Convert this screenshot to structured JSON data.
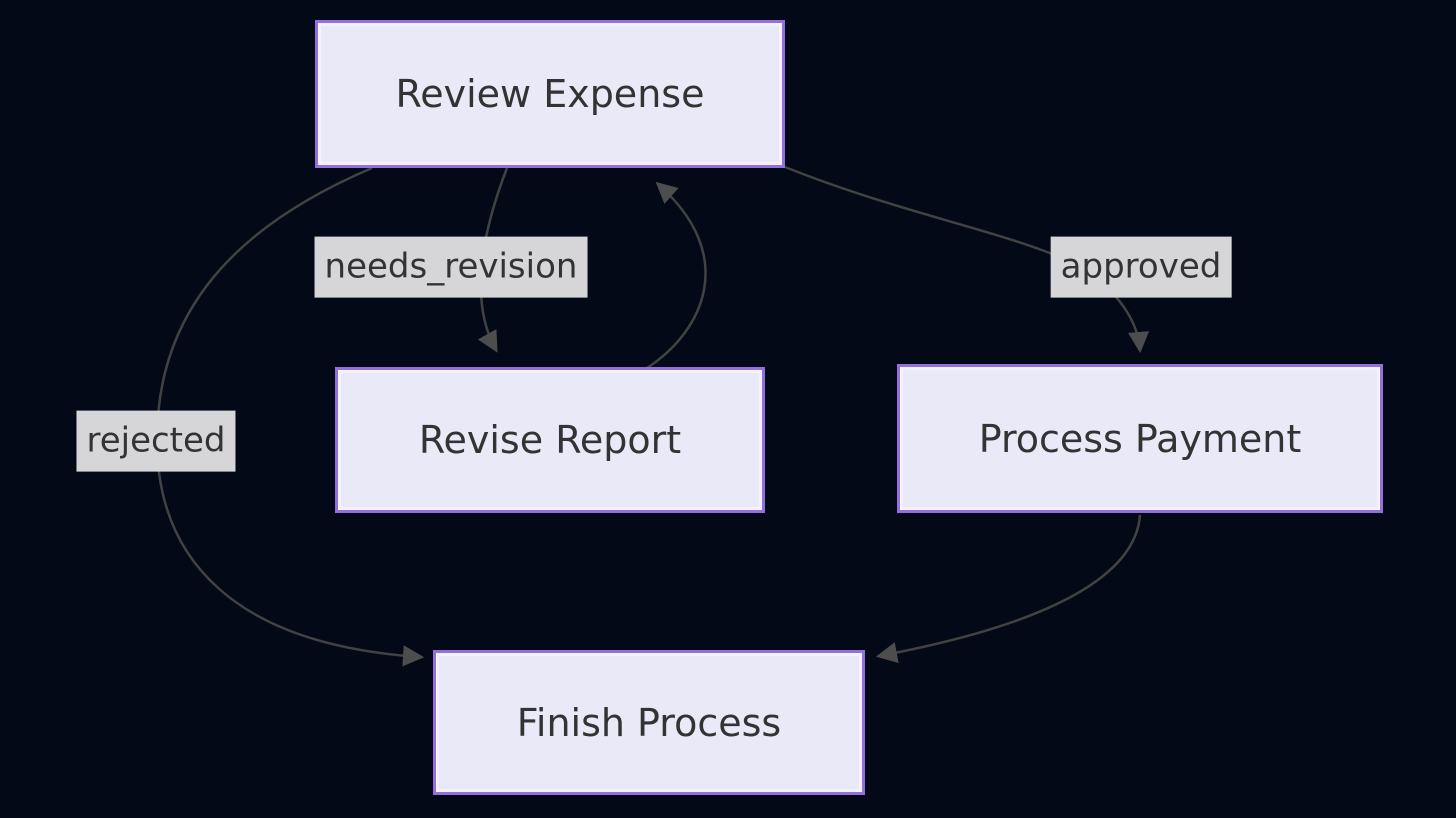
{
  "diagram": {
    "type": "flowchart",
    "direction": "top-down",
    "colors": {
      "background": "#030917",
      "node_fill": "#E9E9F8",
      "node_border": "#9370DB",
      "node_inner_highlight": "#F4F2FD",
      "node_text": "#333333",
      "edge_line": "#424242",
      "arrowhead": "#4D4D4D",
      "edge_label_bg": "#D6D6D8",
      "edge_label_text": "#333333"
    },
    "nodes": [
      {
        "id": "review",
        "label": "Review Expense"
      },
      {
        "id": "revise",
        "label": "Revise Report"
      },
      {
        "id": "payment",
        "label": "Process Payment"
      },
      {
        "id": "finish",
        "label": "Finish Process"
      }
    ],
    "edges": [
      {
        "from": "review",
        "to": "revise",
        "label": "needs_revision"
      },
      {
        "from": "revise",
        "to": "review",
        "label": ""
      },
      {
        "from": "review",
        "to": "payment",
        "label": "approved"
      },
      {
        "from": "review",
        "to": "finish",
        "label": "rejected"
      },
      {
        "from": "payment",
        "to": "finish",
        "label": ""
      }
    ]
  }
}
